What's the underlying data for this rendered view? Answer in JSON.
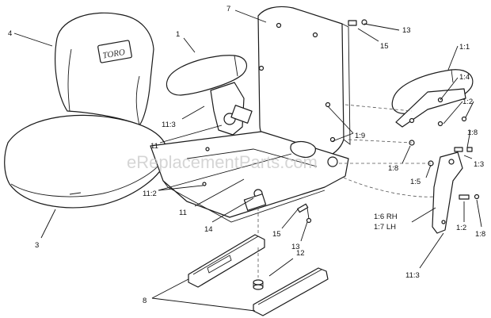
{
  "logo_text": "TORO",
  "watermark": "eReplacementParts.com",
  "callouts": [
    {
      "id": "c4",
      "text": "4"
    },
    {
      "id": "c1",
      "text": "1"
    },
    {
      "id": "c7",
      "text": "7"
    },
    {
      "id": "c13a",
      "text": "13"
    },
    {
      "id": "c15a",
      "text": "15"
    },
    {
      "id": "c11_3a",
      "text": "11:3"
    },
    {
      "id": "c11a",
      "text": "11"
    },
    {
      "id": "c1_9",
      "text": "1:9"
    },
    {
      "id": "c1_1",
      "text": "1:1"
    },
    {
      "id": "c1_4",
      "text": "1:4"
    },
    {
      "id": "c1_2a",
      "text": "1:2"
    },
    {
      "id": "c1_8a",
      "text": "1:8"
    },
    {
      "id": "c1_8b",
      "text": "1:8"
    },
    {
      "id": "c1_3",
      "text": "1:3"
    },
    {
      "id": "c1_5",
      "text": "1:5"
    },
    {
      "id": "c11_2",
      "text": "11:2"
    },
    {
      "id": "c11b",
      "text": "11"
    },
    {
      "id": "c14",
      "text": "14"
    },
    {
      "id": "c15b",
      "text": "15"
    },
    {
      "id": "c13b",
      "text": "13"
    },
    {
      "id": "c1_6",
      "text": "1:6 RH"
    },
    {
      "id": "c1_7",
      "text": "1:7 LH"
    },
    {
      "id": "c1_2b",
      "text": "1:2"
    },
    {
      "id": "c1_8c",
      "text": "1:8"
    },
    {
      "id": "c3",
      "text": "3"
    },
    {
      "id": "c12",
      "text": "12"
    },
    {
      "id": "c11_3b",
      "text": "11:3"
    },
    {
      "id": "c8",
      "text": "8"
    }
  ]
}
